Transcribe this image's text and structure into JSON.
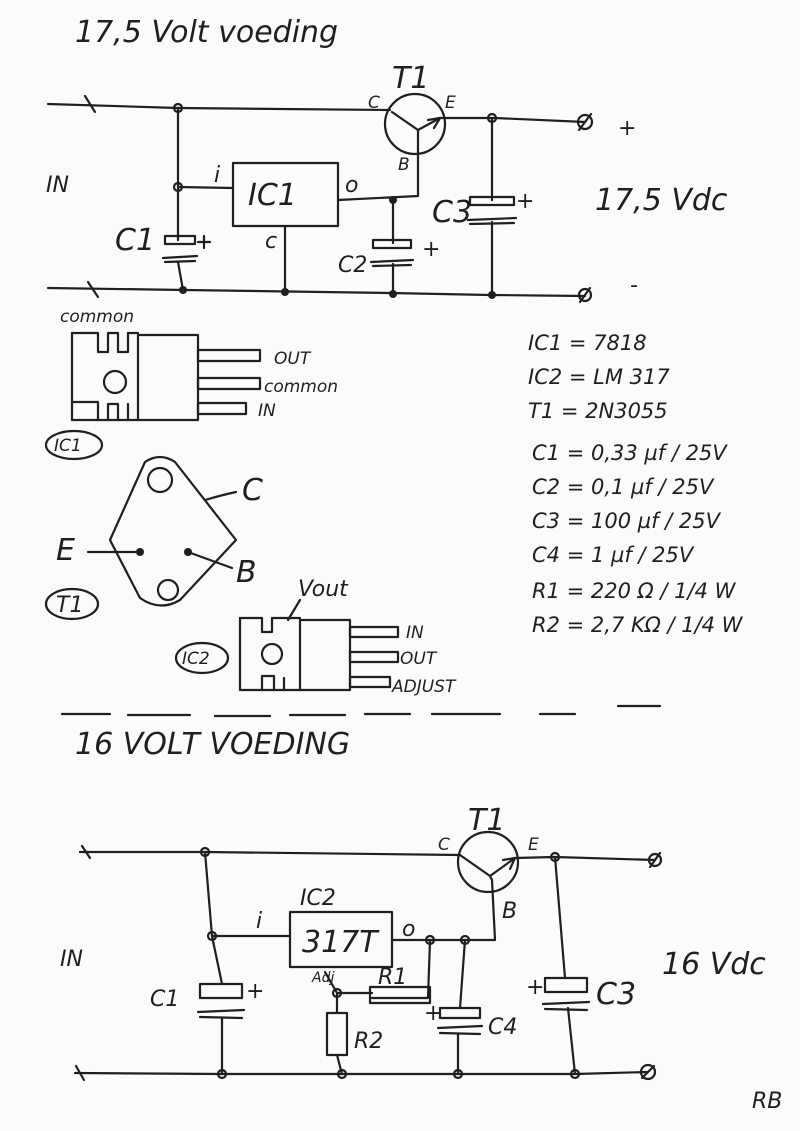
{
  "circuit1": {
    "title": "17,5 Volt voeding",
    "in_label": "IN",
    "output_label": "17,5 Vdc",
    "plus": "+",
    "minus": "-",
    "transistor": {
      "name": "T1",
      "c": "C",
      "b": "B",
      "e": "E"
    },
    "ic": {
      "name": "IC1",
      "i": "i",
      "o": "o",
      "c": "c"
    },
    "c1": "C1",
    "c2": "C2",
    "c3": "C3"
  },
  "ic1_package": {
    "label": "IC1",
    "common_top": "common",
    "pins": [
      "OUT",
      "common",
      "IN"
    ]
  },
  "t1_package": {
    "label": "T1",
    "e": "E",
    "b": "B",
    "c": "C"
  },
  "ic2_package": {
    "label": "IC2",
    "vout": "Vout",
    "pins": [
      "IN",
      "OUT",
      "ADJUST"
    ]
  },
  "parts_list": [
    "IC1 = 7818",
    "IC2 = LM 317",
    "T1 = 2N3055",
    "C1 = 0,33 µf / 25V",
    "C2 = 0,1 µf / 25V",
    "C3 = 100 µf / 25V",
    "C4 = 1 µf / 25V",
    "R1 = 220 Ω / 1/4 W",
    "R2 = 2,7 KΩ / 1/4 W"
  ],
  "circuit2": {
    "title": "16 VOLT VOEDING",
    "in_label": "IN",
    "output_label": "16 Vdc",
    "transistor": {
      "name": "T1",
      "c": "C",
      "b": "B",
      "e": "E"
    },
    "ic": {
      "name": "IC2",
      "part": "317T",
      "i": "i",
      "o": "o",
      "adj": "Adj"
    },
    "c1": "C1",
    "c3": "C3",
    "c4": "C4",
    "r1": "R1",
    "r2": "R2"
  },
  "signature": "RB"
}
